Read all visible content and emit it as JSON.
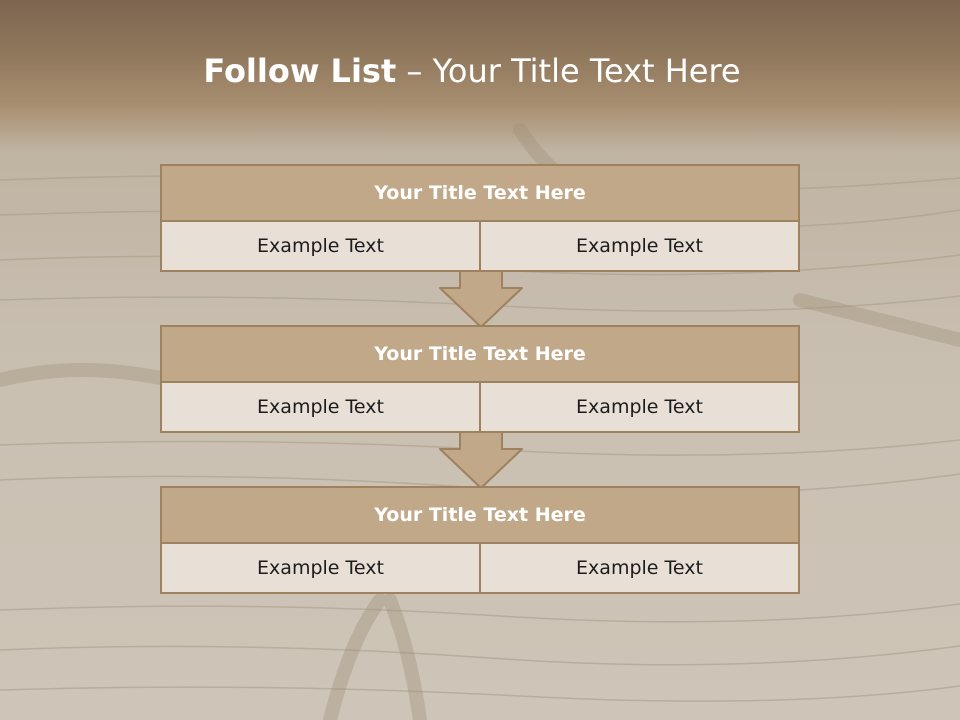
{
  "slide": {
    "title_bold": "Follow List",
    "title_rest": " – Your Title Text Here"
  },
  "blocks": [
    {
      "title": "Your Title Text Here",
      "left": "Example Text",
      "right": "Example Text"
    },
    {
      "title": "Your Title Text Here",
      "left": "Example Text",
      "right": "Example Text"
    },
    {
      "title": "Your Title Text Here",
      "left": "Example Text",
      "right": "Example Text"
    }
  ],
  "colors": {
    "header": "#8f775c",
    "block_title_fill": "#c0a888",
    "block_body_fill": "#e8e0d7",
    "border": "#9e825f",
    "arrow_fill": "#c0a888"
  }
}
